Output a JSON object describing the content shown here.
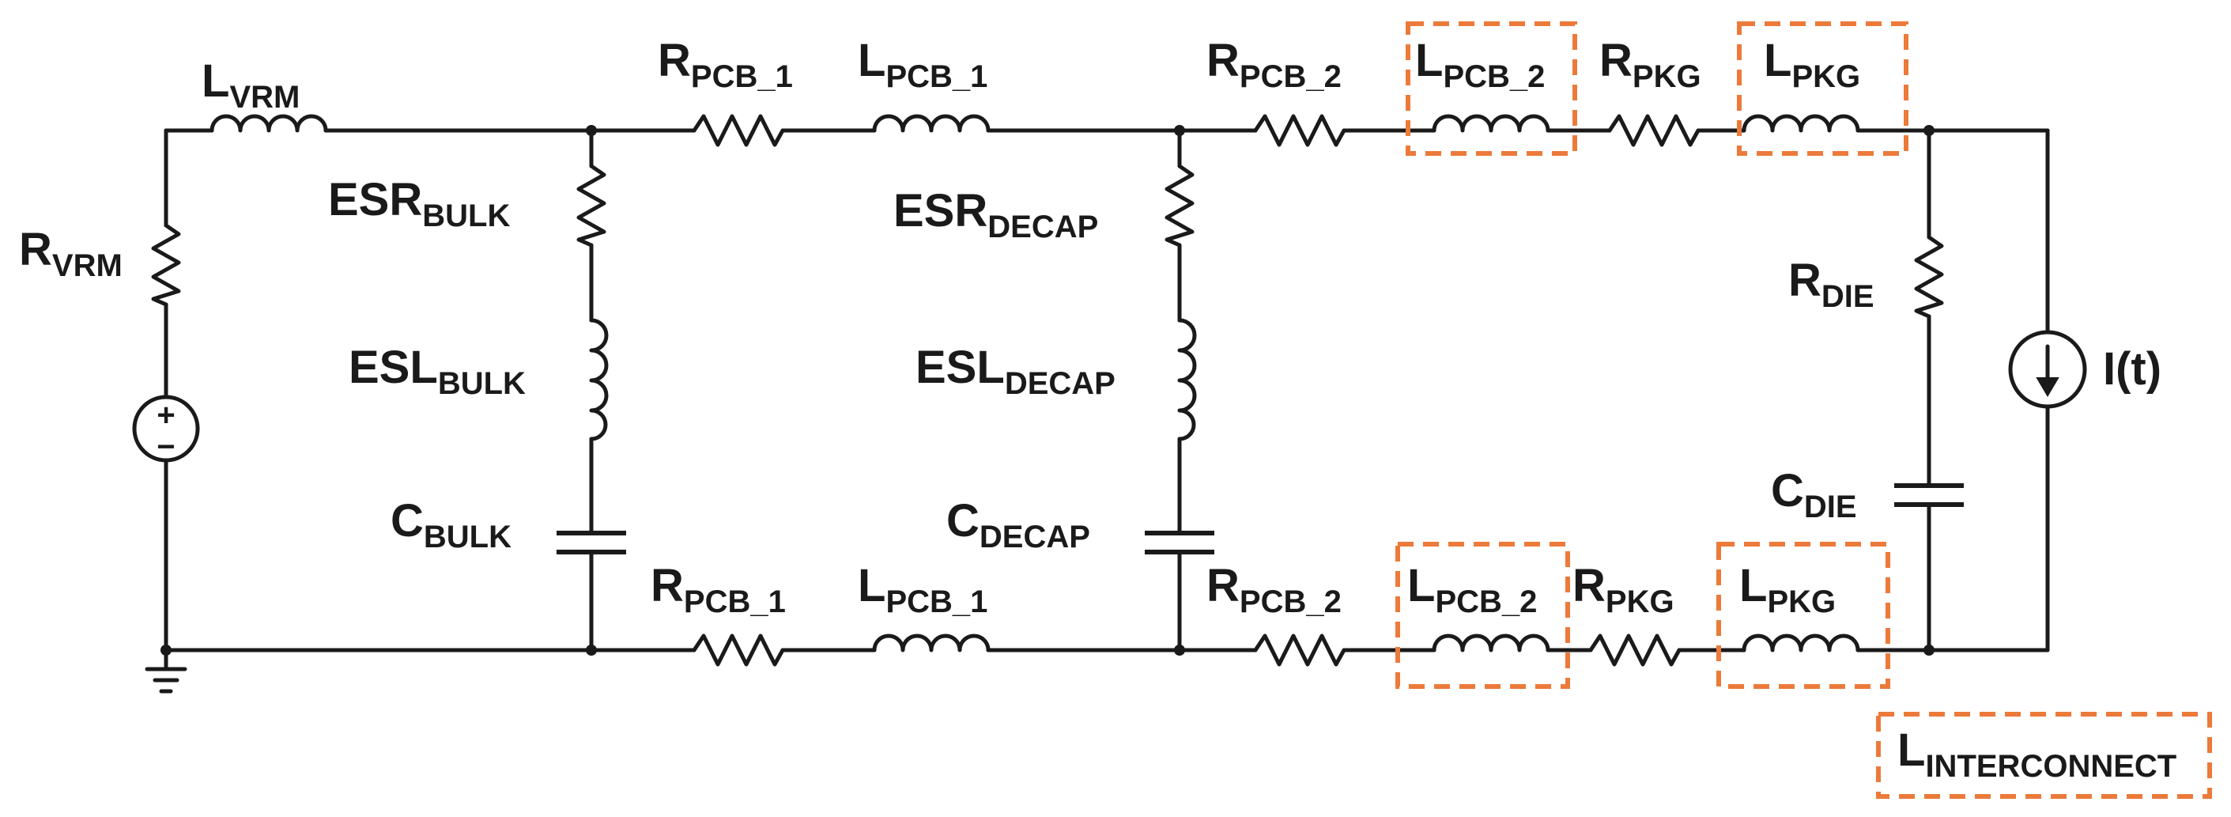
{
  "labels": {
    "l_vrm": {
      "main": "L",
      "sub": "VRM"
    },
    "r_vrm": {
      "main": "R",
      "sub": "VRM"
    },
    "esr_bulk": {
      "main": "ESR",
      "sub": "BULK"
    },
    "esl_bulk": {
      "main": "ESL",
      "sub": "BULK"
    },
    "c_bulk": {
      "main": "C",
      "sub": "BULK"
    },
    "r_pcb1_top": {
      "main": "R",
      "sub": "PCB_1"
    },
    "l_pcb1_top": {
      "main": "L",
      "sub": "PCB_1"
    },
    "r_pcb1_bot": {
      "main": "R",
      "sub": "PCB_1"
    },
    "l_pcb1_bot": {
      "main": "L",
      "sub": "PCB_1"
    },
    "esr_decap": {
      "main": "ESR",
      "sub": "DECAP"
    },
    "esl_decap": {
      "main": "ESL",
      "sub": "DECAP"
    },
    "c_decap": {
      "main": "C",
      "sub": "DECAP"
    },
    "r_pcb2_top": {
      "main": "R",
      "sub": "PCB_2"
    },
    "l_pcb2_top": {
      "main": "L",
      "sub": "PCB_2"
    },
    "r_pkg_top": {
      "main": "R",
      "sub": "PKG"
    },
    "l_pkg_top": {
      "main": "L",
      "sub": "PKG"
    },
    "r_pcb2_bot": {
      "main": "R",
      "sub": "PCB_2"
    },
    "l_pcb2_bot": {
      "main": "L",
      "sub": "PCB_2"
    },
    "r_pkg_bot": {
      "main": "R",
      "sub": "PKG"
    },
    "l_pkg_bot": {
      "main": "L",
      "sub": "PKG"
    },
    "r_die": {
      "main": "R",
      "sub": "DIE"
    },
    "c_die": {
      "main": "C",
      "sub": "DIE"
    },
    "i_t": {
      "main": "I(t)",
      "sub": ""
    },
    "legend": {
      "main": "L",
      "sub": "INTERCONNECT"
    }
  },
  "source_symbols": {
    "plus": "+",
    "minus": "−"
  },
  "colors": {
    "wire": "#1a1a1a",
    "highlight": "#ec7a3a",
    "background": "#ffffff"
  },
  "icons": {
    "voltage_source": "dc-voltage-source-icon",
    "current_source": "current-source-icon",
    "ground": "ground-icon"
  }
}
